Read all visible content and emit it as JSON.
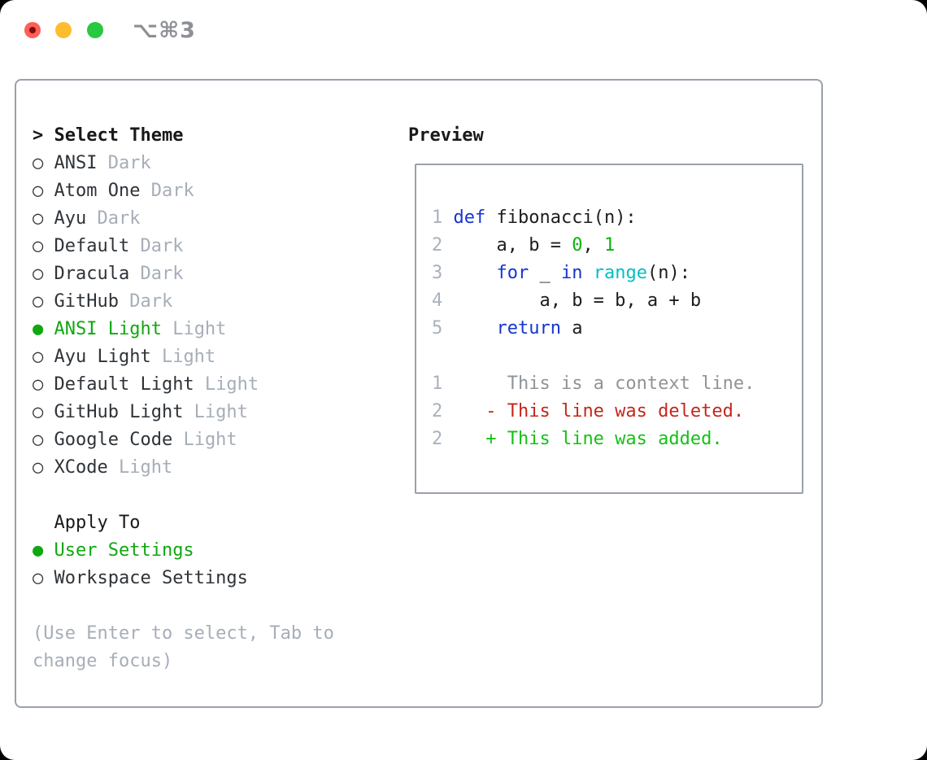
{
  "window": {
    "title": "⌥⌘3",
    "traffic_lights": [
      "close",
      "minimize",
      "zoom"
    ]
  },
  "theme_panel": {
    "heading_prefix": "> ",
    "heading": "Select Theme",
    "marker_selected": "●",
    "marker_unselected": "○",
    "items": [
      {
        "name": "ANSI",
        "variant": "Dark",
        "selected": false
      },
      {
        "name": "Atom One",
        "variant": "Dark",
        "selected": false
      },
      {
        "name": "Ayu",
        "variant": "Dark",
        "selected": false
      },
      {
        "name": "Default",
        "variant": "Dark",
        "selected": false
      },
      {
        "name": "Dracula",
        "variant": "Dark",
        "selected": false
      },
      {
        "name": "GitHub",
        "variant": "Dark",
        "selected": false
      },
      {
        "name": "ANSI Light",
        "variant": "Light",
        "selected": true
      },
      {
        "name": "Ayu Light",
        "variant": "Light",
        "selected": false
      },
      {
        "name": "Default Light",
        "variant": "Light",
        "selected": false
      },
      {
        "name": "GitHub Light",
        "variant": "Light",
        "selected": false
      },
      {
        "name": "Google Code",
        "variant": "Light",
        "selected": false
      },
      {
        "name": "XCode",
        "variant": "Light",
        "selected": false
      }
    ],
    "apply_to": {
      "label": "Apply To",
      "options": [
        {
          "name": "User Settings",
          "selected": true
        },
        {
          "name": "Workspace Settings",
          "selected": false
        }
      ]
    },
    "hint": "(Use Enter to select, Tab to\nchange focus)"
  },
  "preview": {
    "title": "Preview",
    "code_lines": [
      {
        "tokens": [
          {
            "t": "1",
            "c": "line-number"
          },
          {
            "t": " ",
            "c": "plain"
          },
          {
            "t": "def",
            "c": "keyword"
          },
          {
            "t": " fibonacci(n):",
            "c": "plain"
          }
        ]
      },
      {
        "tokens": [
          {
            "t": "2",
            "c": "line-number"
          },
          {
            "t": "     a, b = ",
            "c": "plain"
          },
          {
            "t": "0",
            "c": "number"
          },
          {
            "t": ", ",
            "c": "plain"
          },
          {
            "t": "1",
            "c": "number"
          }
        ]
      },
      {
        "tokens": [
          {
            "t": "3",
            "c": "line-number"
          },
          {
            "t": "     ",
            "c": "plain"
          },
          {
            "t": "for",
            "c": "keyword"
          },
          {
            "t": " _ ",
            "c": "plain"
          },
          {
            "t": "in",
            "c": "keyword"
          },
          {
            "t": " ",
            "c": "plain"
          },
          {
            "t": "range",
            "c": "builtin"
          },
          {
            "t": "(n):",
            "c": "plain"
          }
        ]
      },
      {
        "tokens": [
          {
            "t": "4",
            "c": "line-number"
          },
          {
            "t": "         a, b = b, a + b",
            "c": "plain"
          }
        ]
      },
      {
        "tokens": [
          {
            "t": "5",
            "c": "line-number"
          },
          {
            "t": "     ",
            "c": "plain"
          },
          {
            "t": "return",
            "c": "keyword"
          },
          {
            "t": " a",
            "c": "plain"
          }
        ]
      }
    ],
    "diff_lines": [
      {
        "tokens": [
          {
            "t": "1",
            "c": "line-number"
          },
          {
            "t": "      This is a context line.",
            "c": "context"
          }
        ]
      },
      {
        "tokens": [
          {
            "t": "2",
            "c": "line-number"
          },
          {
            "t": "    ",
            "c": "plain"
          },
          {
            "t": "- This line was deleted.",
            "c": "deleted"
          }
        ]
      },
      {
        "tokens": [
          {
            "t": "2",
            "c": "line-number"
          },
          {
            "t": "    ",
            "c": "plain"
          },
          {
            "t": "+ This line was added.",
            "c": "added"
          }
        ]
      }
    ]
  },
  "colors": {
    "selected_green": "#0fa80f",
    "keyword_blue": "#1635d0",
    "builtin_cyan": "#00bfc6",
    "number_green": "#0cb20c",
    "added_green": "#16c016",
    "deleted_red": "#c5261b",
    "context_gray": "#8f9499",
    "line_number_gray": "#a8b2bd",
    "dim_gray": "#a6aeb8",
    "text_dark": "#2e3338",
    "code_black": "#1b1d1f",
    "heading_black": "#17191b",
    "border_gray": "#9aa1ab",
    "traffic_red": "#ff5f57",
    "traffic_yellow": "#febc2e",
    "traffic_green": "#28c840",
    "title_gray": "#8d9095"
  }
}
